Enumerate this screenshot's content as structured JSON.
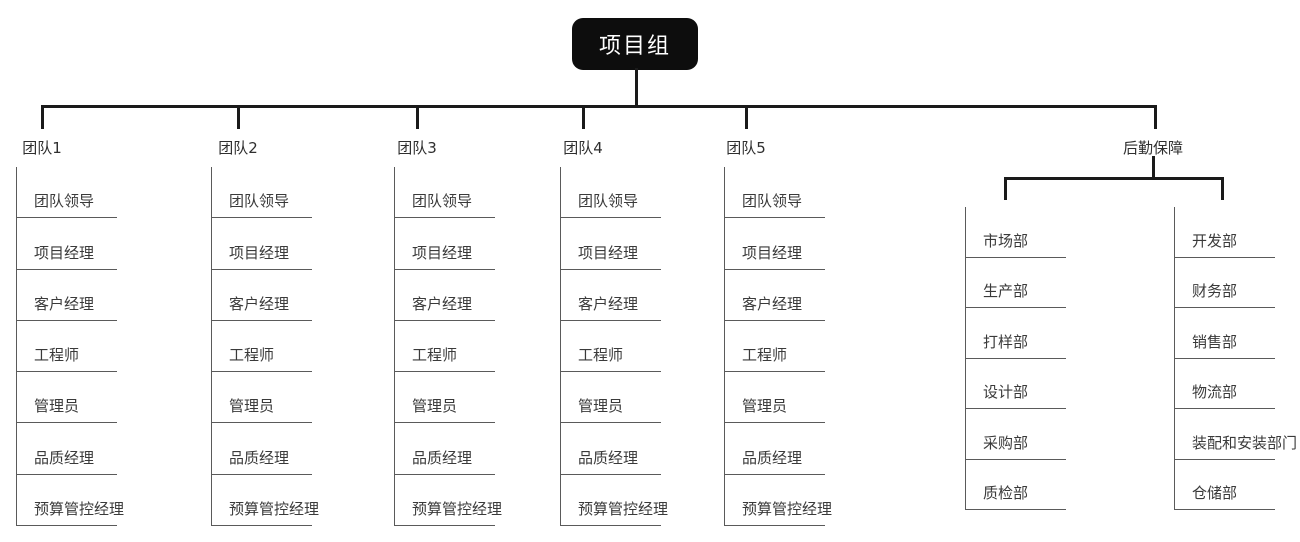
{
  "root": {
    "label": "项目组"
  },
  "teams": [
    {
      "label": "团队1",
      "items": [
        "团队领导",
        "项目经理",
        "客户经理",
        "工程师",
        "管理员",
        "品质经理",
        "预算管控经理"
      ]
    },
    {
      "label": "团队2",
      "items": [
        "团队领导",
        "项目经理",
        "客户经理",
        "工程师",
        "管理员",
        "品质经理",
        "预算管控经理"
      ]
    },
    {
      "label": "团队3",
      "items": [
        "团队领导",
        "项目经理",
        "客户经理",
        "工程师",
        "管理员",
        "品质经理",
        "预算管控经理"
      ]
    },
    {
      "label": "团队4",
      "items": [
        "团队领导",
        "项目经理",
        "客户经理",
        "工程师",
        "管理员",
        "品质经理",
        "预算管控经理"
      ]
    },
    {
      "label": "团队5",
      "items": [
        "团队领导",
        "项目经理",
        "客户经理",
        "工程师",
        "管理员",
        "品质经理",
        "预算管控经理"
      ]
    }
  ],
  "logistics": {
    "label": "后勤保障",
    "left_items": [
      "市场部",
      "生产部",
      "打样部",
      "设计部",
      "采购部",
      "质检部"
    ],
    "right_items": [
      "开发部",
      "财务部",
      "销售部",
      "物流部",
      "装配和安装部门",
      "仓储部"
    ]
  },
  "colors": {
    "root_background": "#0d0d0d",
    "root_text": "#ffffff",
    "connector": "#1a1a1a",
    "list_line": "#5a5a5a",
    "text": "#3a3a3a",
    "background": "#ffffff"
  }
}
